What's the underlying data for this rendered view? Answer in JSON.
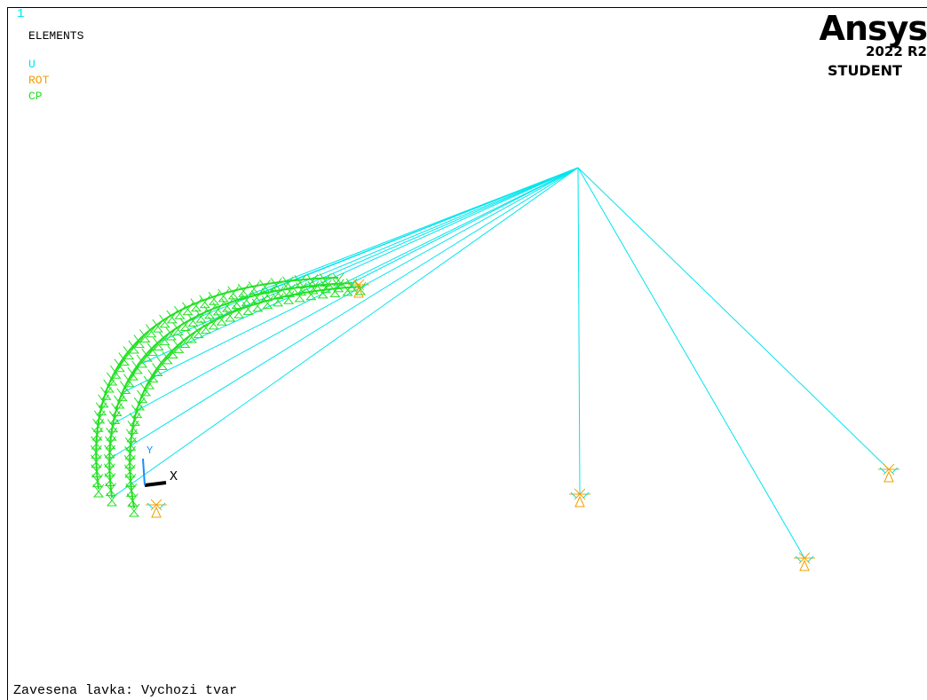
{
  "window": {
    "number": "1"
  },
  "plot": {
    "title": "ELEMENTS",
    "legend": [
      {
        "label": "U",
        "color": "#00e5ee"
      },
      {
        "label": "ROT",
        "color": "#f0a000"
      },
      {
        "label": "CP",
        "color": "#22e022"
      }
    ],
    "caption": "Zavesena lavka:  Vychozi tvar"
  },
  "branding": {
    "brand": "Ansys",
    "version": "2022 R2",
    "edition": "STUDENT"
  },
  "triad": {
    "x_label": "X",
    "y_label": "Y"
  },
  "colors": {
    "cable": "#00e5ee",
    "deck": "#22e022",
    "support": "#f0a000",
    "triad": "#000000"
  }
}
